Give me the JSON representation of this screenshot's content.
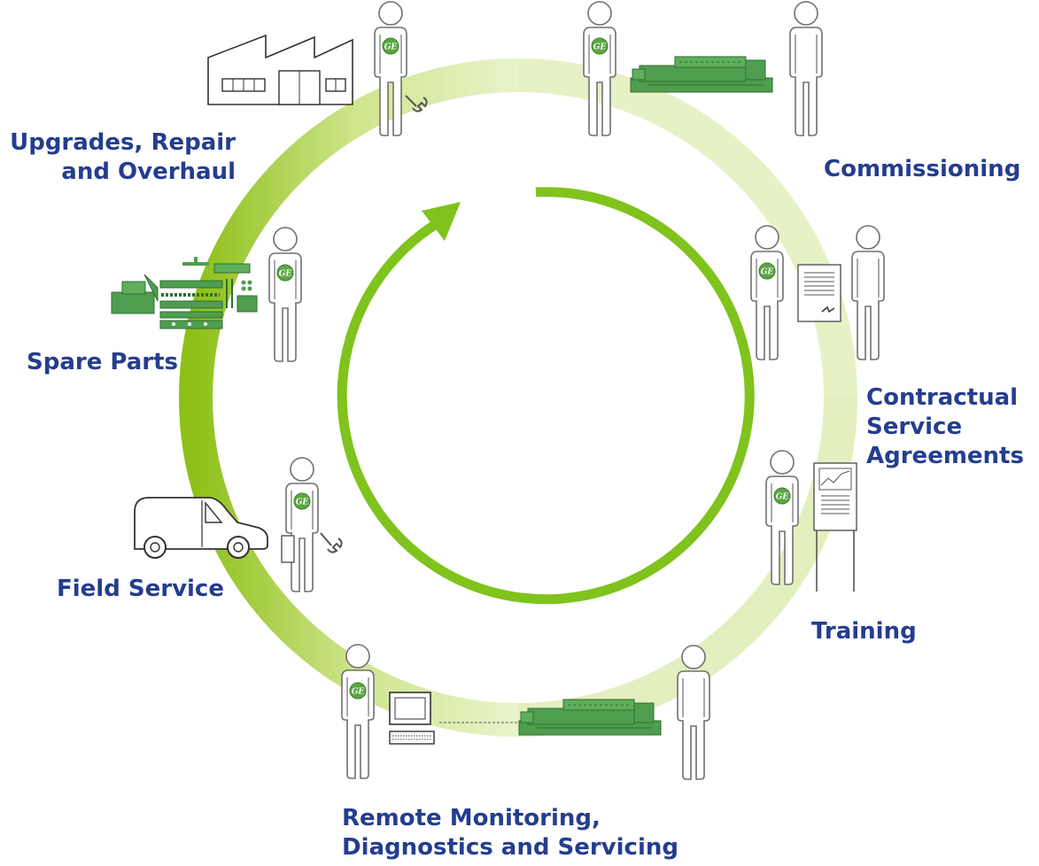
{
  "colors": {
    "ring_light": "#e5f0c2",
    "ring_dark": "#8ec018",
    "arrow": "#7fc31c",
    "label": "#243d8f",
    "equipment": "#4f9e50",
    "person_stroke": "#707070",
    "ge_logo": "#5aa742"
  },
  "icons": {
    "ge_logo": "ge-logo-icon",
    "person": "person-icon",
    "factory": "factory-icon",
    "engine": "gas-engine-icon",
    "parts": "spare-parts-icon",
    "van": "service-van-icon",
    "contract": "contract-document-icon",
    "chart": "training-chart-icon",
    "computer": "computer-icon",
    "wrench": "wrench-icon"
  },
  "stages": [
    {
      "key": "upgrades",
      "lines": [
        "Upgrades, Repair",
        "and Overhaul"
      ]
    },
    {
      "key": "commissioning",
      "lines": [
        "Commissioning"
      ]
    },
    {
      "key": "spare_parts",
      "lines": [
        "Spare Parts"
      ]
    },
    {
      "key": "contractual",
      "lines": [
        "Contractual",
        "Service",
        "Agreements"
      ]
    },
    {
      "key": "training",
      "lines": [
        "Training"
      ]
    },
    {
      "key": "field_service",
      "lines": [
        "Field Service"
      ]
    },
    {
      "key": "remote",
      "lines": [
        "Remote Monitoring,",
        "Diagnostics and Servicing"
      ]
    }
  ]
}
